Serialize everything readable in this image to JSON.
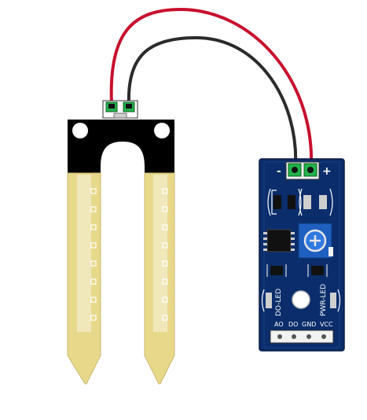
{
  "module": {
    "polarity_minus": "-",
    "polarity_plus": "+",
    "led_do": "DO-LED",
    "led_pwr": "PWR-LED",
    "pins": [
      "AO",
      "DO",
      "GND",
      "VCC"
    ]
  },
  "colors": {
    "wire_red": "#c8102e",
    "wire_black": "#2b2b2b",
    "pcb_blue": "#0b2d6b",
    "probe_gold": "#e8d98a",
    "probe_black": "#000000",
    "terminal_green": "#22b14c",
    "pot_blue": "#1f5fbf"
  }
}
